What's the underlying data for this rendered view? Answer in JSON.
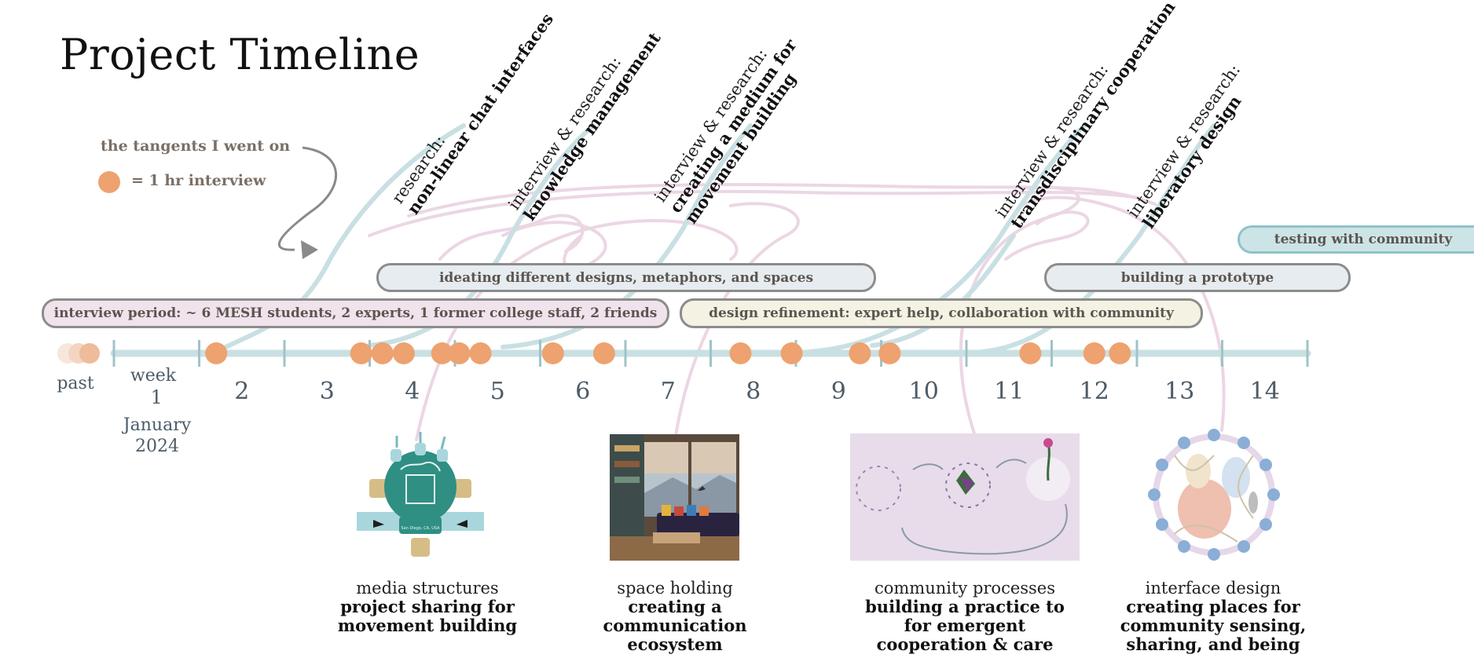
{
  "title": "Project Timeline",
  "legend": {
    "tangents_label": "the tangents I went on",
    "interview_label": "= 1 hr interview"
  },
  "colors": {
    "interview_dot": "#eda26f",
    "timeline": "#c9e0e3",
    "tangent_line": "#c9e0e3",
    "connector": "#ecd6e4",
    "pill_interview": "#f0e3ec",
    "pill_ideating": "#e6ecef",
    "pill_refinement": "#f3f2e3",
    "pill_prototype": "#e6ecef",
    "pill_testing": "#cde4e6"
  },
  "phases": {
    "interview": "interview period: ~ 6 MESH students, 2 experts, 1 former college staff, 2 friends",
    "ideating": "ideating different designs, metaphors, and spaces",
    "refinement": "design refinement: expert help, collaboration with community",
    "prototype": "building a prototype",
    "testing": "testing with community"
  },
  "axis": {
    "past_label": "past",
    "week_label": "week",
    "month_label": "January",
    "year_label": "2024",
    "weeks": [
      "1",
      "2",
      "3",
      "4",
      "5",
      "6",
      "7",
      "8",
      "9",
      "10",
      "11",
      "12",
      "13",
      "14"
    ]
  },
  "interviews": {
    "week_positions": [
      2.2,
      3.9,
      4.15,
      4.4,
      4.85,
      5.05,
      5.3,
      6.15,
      6.75,
      8.35,
      8.95,
      9.75,
      10.1,
      11.75,
      12.5,
      12.8
    ],
    "count": 16
  },
  "tangents": [
    {
      "prefix": "research:",
      "topic": "non-linear chat interfaces",
      "topic2": ""
    },
    {
      "prefix": "interview & research:",
      "topic": "knowledge management",
      "topic2": ""
    },
    {
      "prefix": "interview & research:",
      "topic": "creating a medium for",
      "topic2": "movement building"
    },
    {
      "prefix": "interview & research:",
      "topic": "transdisciplinary cooperation",
      "topic2": ""
    },
    {
      "prefix": "interview & research:",
      "topic": "liberatory design",
      "topic2": ""
    }
  ],
  "outcomes": [
    {
      "heading": "media structures",
      "line1": "project sharing for",
      "line2": "movement building",
      "line3": ""
    },
    {
      "heading": "space holding",
      "line1": "creating a communication",
      "line2": "ecosystem",
      "line3": ""
    },
    {
      "heading": "community processes",
      "line1": "building a practice to",
      "line2": "for emergent",
      "line3": "cooperation & care"
    },
    {
      "heading": "interface design",
      "line1": "creating places for",
      "line2": "community sensing,",
      "line3": "sharing, and being"
    }
  ],
  "map_caption": "San Diego, CA, USA"
}
